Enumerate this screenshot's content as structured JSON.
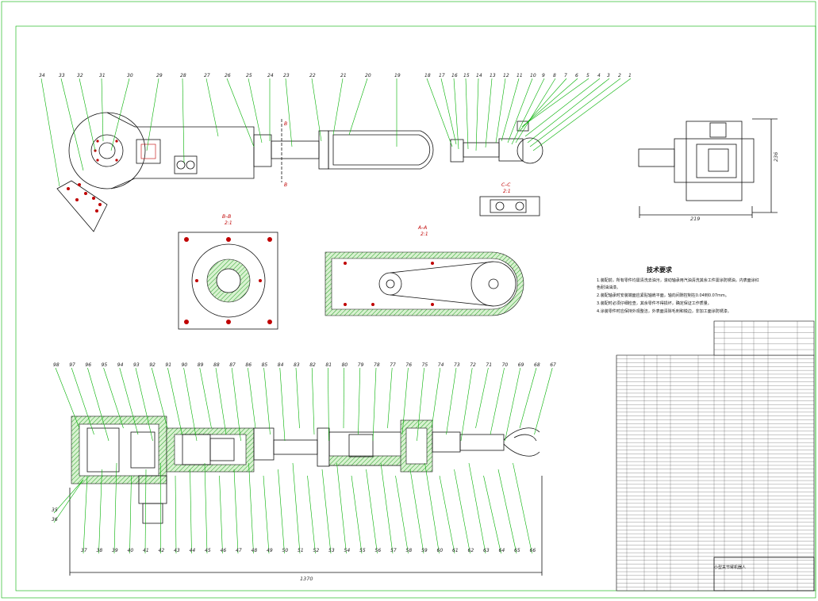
{
  "balloons_top": [
    "34",
    "33",
    "32",
    "31",
    "30",
    "29",
    "28",
    "27",
    "26",
    "25",
    "24",
    "23",
    "22",
    "21",
    "20",
    "19",
    "18",
    "17",
    "16",
    "15",
    "14",
    "13",
    "12",
    "11",
    "10",
    "9",
    "8",
    "7",
    "6",
    "5",
    "4",
    "3",
    "2",
    "1"
  ],
  "balloons_bottom_top": [
    "98",
    "97",
    "96",
    "95",
    "94",
    "93",
    "92",
    "91",
    "90",
    "89",
    "88",
    "87",
    "86",
    "85",
    "84",
    "83",
    "82",
    "81",
    "80",
    "79",
    "78",
    "77",
    "76",
    "75",
    "74",
    "73",
    "72",
    "71",
    "70",
    "69",
    "68",
    "67"
  ],
  "balloons_bottom_low": [
    "37",
    "38",
    "39",
    "40",
    "41",
    "42",
    "43",
    "44",
    "45",
    "46",
    "47",
    "48",
    "49",
    "50",
    "51",
    "52",
    "53",
    "54",
    "55",
    "56",
    "57",
    "58",
    "59",
    "60",
    "61",
    "62",
    "63",
    "64",
    "65",
    "66"
  ],
  "balloons_left": [
    "35",
    "36"
  ],
  "section_labels": {
    "bb_top": "B",
    "bb_bot": "B",
    "bb_view": "B–B",
    "bb_scale": "2:1",
    "aa_view": "A–A",
    "aa_scale": "2:1",
    "cc_view": "C–C",
    "cc_scale": "2:1"
  },
  "dimensions": {
    "side_height": "236",
    "side_width": "219",
    "overall_length": "1370"
  },
  "tech_req": {
    "title": "技术要求",
    "lines": [
      "1.装配前，所有零件均需清洗去油污，滚动轴承用汽油清洗其余工件需涂防锈油，内表面涂红",
      "色耐油油漆。",
      "2.装配轴承时安装端面应紧贴轴肩平面，轴向间隙控制在0.04到0.07mm。",
      "3.装配时必须仔细检查，其余零件不得损坏，确定保证工作质量。",
      "4.涂装零件时应保持外观整洁，外表面清除毛刺和锐边，非加工面涂防锈漆。"
    ]
  },
  "title_block": {
    "name": "小型关节臂机器人"
  },
  "parts_list_rows": 62
}
